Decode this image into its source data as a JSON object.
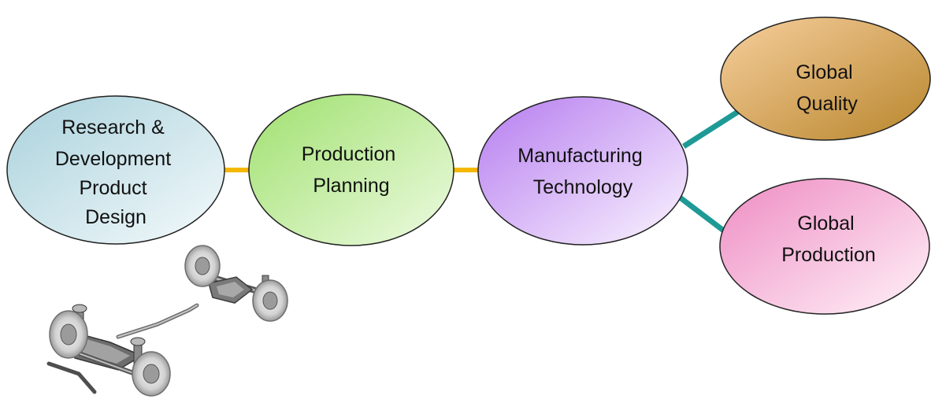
{
  "nodes": {
    "research": {
      "lines": [
        "Research &",
        "Development",
        "Product",
        "Design"
      ]
    },
    "planning": {
      "lines": [
        "Production",
        "Planning"
      ]
    },
    "manufacturing": {
      "lines": [
        "Manufacturing",
        "Technology"
      ]
    },
    "quality": {
      "lines": [
        "Global",
        "Quality"
      ]
    },
    "production": {
      "lines": [
        "Global",
        "Production"
      ]
    }
  },
  "illustration": {
    "icon": "vehicle-chassis-icon"
  },
  "colors": {
    "connector_primary": "#f5b800",
    "connector_secondary": "#1e9a96",
    "research_fill": "#bcdde5",
    "planning_fill": "#b3ea8a",
    "manufacturing_fill": "#c690f2",
    "quality_fill": "#e0a05c",
    "production_fill": "#f19acb"
  }
}
